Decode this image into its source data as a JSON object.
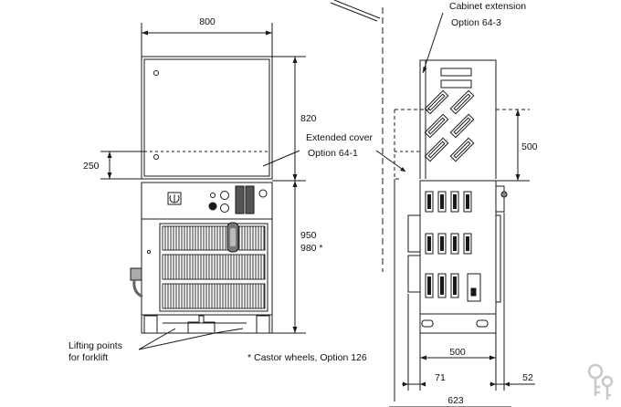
{
  "dimensions": {
    "width_top": "800",
    "height_upper": "820",
    "height_cover": "250",
    "height_lower": "950",
    "height_lower_castor": "980 *",
    "depth_side_cover": "500",
    "depth_base": "500",
    "offset_front": "71",
    "offset_rear": "52",
    "depth_total": "623"
  },
  "labels": {
    "cabinet_extension": "Cabinet extension",
    "cabinet_extension_option": "Option 64-3",
    "extended_cover": "Extended cover",
    "extended_cover_option": "Option 64-1",
    "lifting_points_1": "Lifting points",
    "lifting_points_2": "for forklift",
    "castor_note": "* Castor wheels, Option 126"
  },
  "colors": {
    "line": "#1a1a1a",
    "watermark": "#c8c8c8"
  },
  "icons": {
    "main_switch": "main-switch-icon",
    "watermark": "keys-watermark-icon"
  }
}
